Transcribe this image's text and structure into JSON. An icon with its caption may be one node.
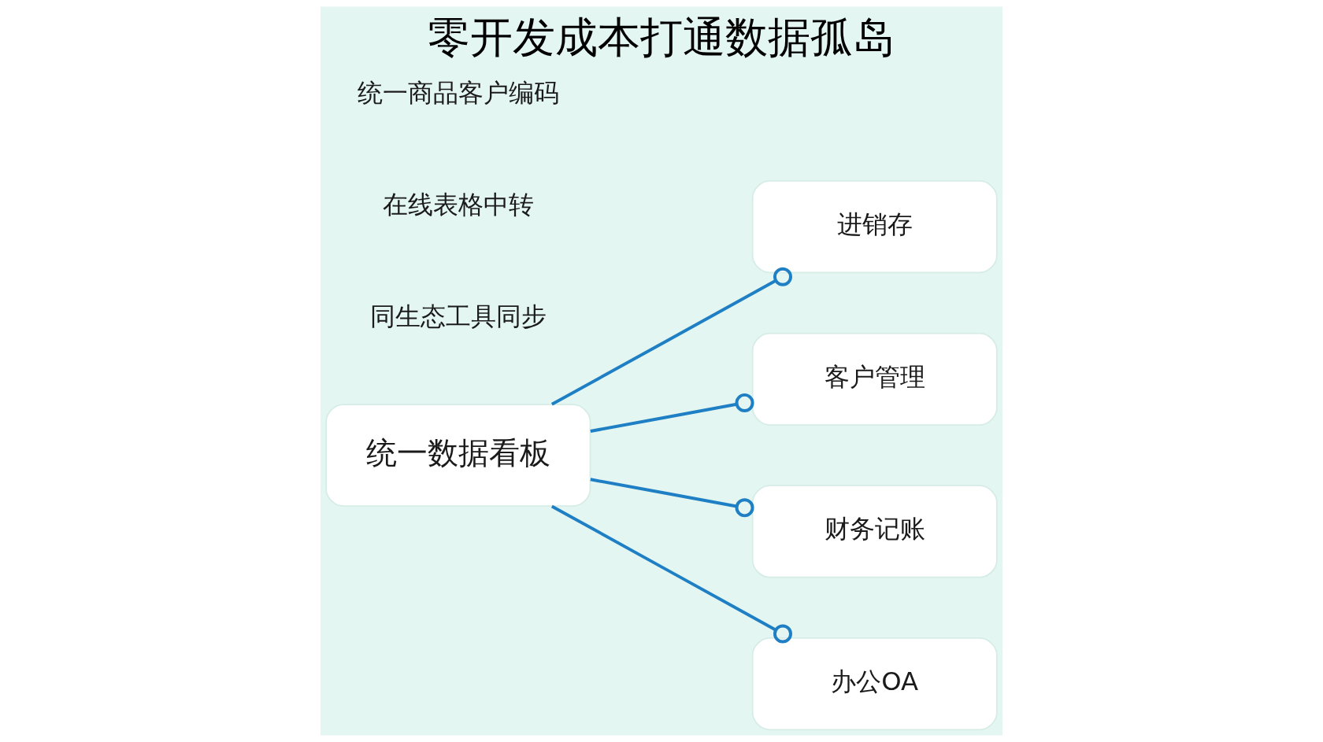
{
  "diagram": {
    "title": "零开发成本打通数据孤岛",
    "nodes": [
      {
        "text": [
          "进销存"
        ]
      },
      {
        "text": [
          "客户管理"
        ]
      },
      {
        "text": [
          "统一数据看板"
        ]
      },
      {
        "text": [
          "财务记账"
        ]
      },
      {
        "text": [
          "办公OA"
        ]
      }
    ],
    "edges": [
      {
        "from": 2,
        "to": 0,
        "arrow": "other"
      },
      {
        "from": 2,
        "to": 1,
        "arrow": "other"
      },
      {
        "from": 2,
        "to": 3,
        "arrow": "other"
      },
      {
        "from": 2,
        "to": 4,
        "arrow": "other"
      }
    ],
    "labels": [
      "同生态工具同步",
      "在线表格中转",
      "统一商品客户编码"
    ]
  }
}
